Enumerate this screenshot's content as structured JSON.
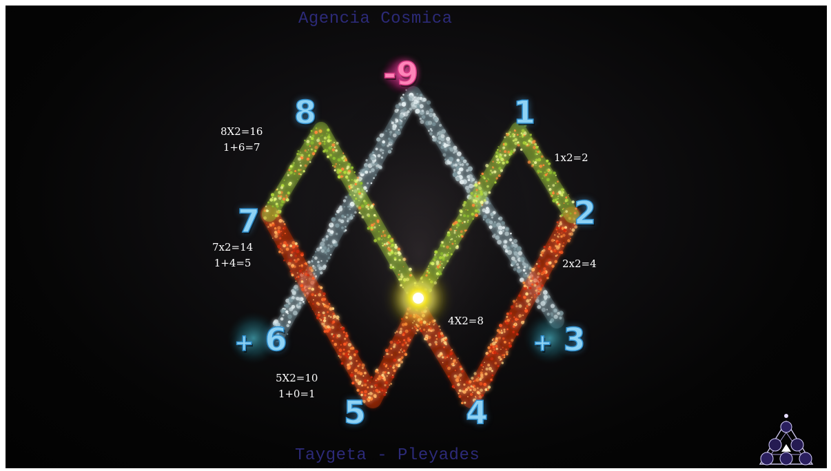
{
  "header": {
    "title": "Agencia Cosmica"
  },
  "footer": {
    "subtitle": "Taygeta - Pleyades"
  },
  "numbers": {
    "n1": "1",
    "n2": "2",
    "n3": "3",
    "n4": "4",
    "n5": "5",
    "n6": "6",
    "n7": "7",
    "n8": "8",
    "n9": "9",
    "plus3": "+",
    "plus6": "+",
    "minus9": "-"
  },
  "calculations": {
    "c8": {
      "line1": "8X2=16",
      "line2": "1+6=7"
    },
    "c1": {
      "line1": "1x2=2"
    },
    "c7": {
      "line1": "7x2=14",
      "line2": "1+4=5"
    },
    "c2": {
      "line1": "2x2=4"
    },
    "c4": {
      "line1": "4X2=8"
    },
    "c5": {
      "line1": "5X2=10",
      "line2": "1+0=1"
    }
  },
  "colors": {
    "blue_digit": "#8fd3f5",
    "pink_digit": "#ff85b9",
    "red_path": "#ff4a1c",
    "green_path": "#c8e84a",
    "grey_path": "#8aa3ab",
    "title": "#2c2a78"
  },
  "logo": {
    "name": "triangle-mandala-logo"
  }
}
